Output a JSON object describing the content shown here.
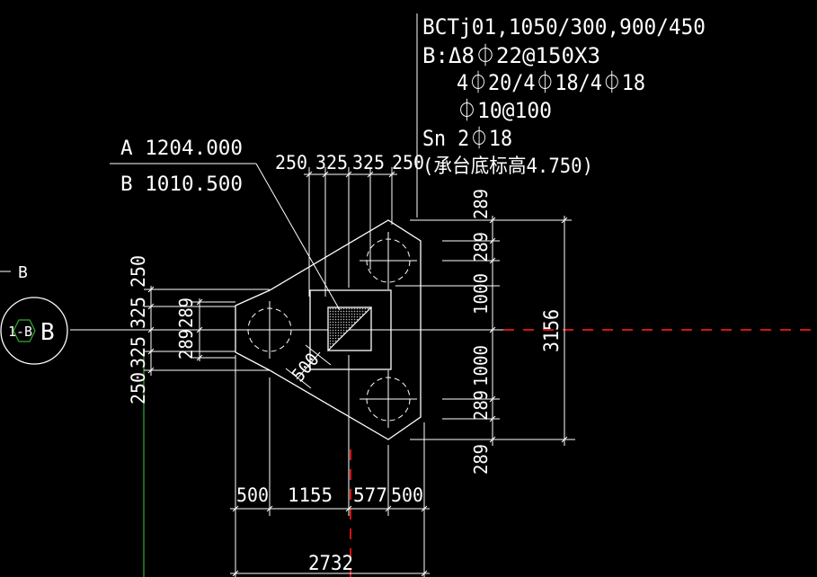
{
  "annotation": {
    "line1": "BCTj01,1050/300,900/450",
    "line2": "B:Δ8⏀22@150X3",
    "line3": "4⏀20/4⏀18/4⏀18",
    "line4": "⏀10@100",
    "line5": "Sn 2⏀18",
    "line6": "(承台底标高4.750)"
  },
  "coords": {
    "a": "A 1204.000",
    "b": "B 1010.500"
  },
  "axis": {
    "left_tag": "B",
    "bubble_inner": "1-B",
    "bubble_outer": "B"
  },
  "dims": {
    "top": [
      "250",
      "325",
      "325",
      "250"
    ],
    "left": [
      "250",
      "325",
      "325",
      "250"
    ],
    "left_inner": [
      "289",
      "289"
    ],
    "right": [
      "289",
      "289",
      "1000",
      "1000",
      "289",
      "289"
    ],
    "right_total": "3156",
    "bottom": [
      "500",
      "1155",
      "577",
      "500"
    ],
    "bottom_total": "2732",
    "diag": "500"
  },
  "colors": {
    "background": "#000000",
    "lines": "#ffffff",
    "axis_red": "#d11414",
    "axis_green": "#2fae2f",
    "hatch": "#bbbbbb"
  }
}
